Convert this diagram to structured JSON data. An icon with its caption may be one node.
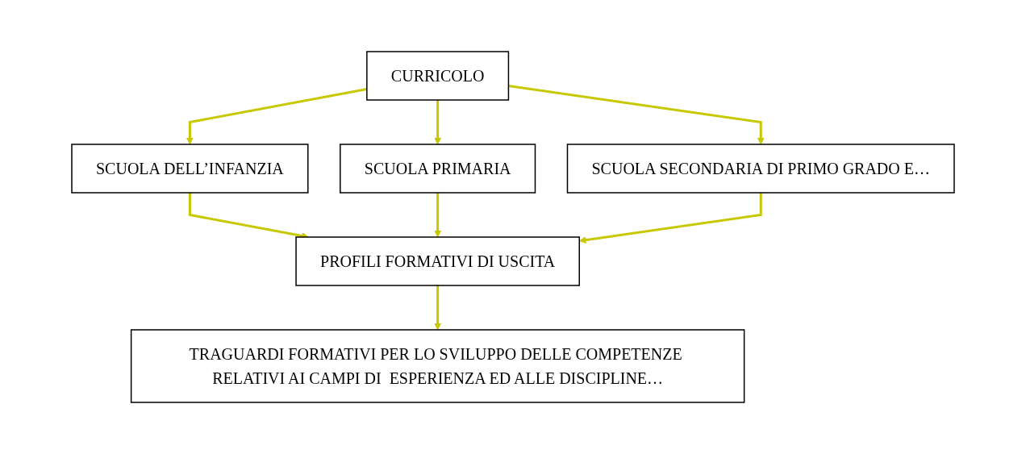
{
  "diagram": {
    "nodes": [
      {
        "text": [
          "CURRICOLO"
        ]
      },
      {
        "text": [
          "SCUOLA DELL’INFANZIA"
        ]
      },
      {
        "text": [
          "SCUOLA PRIMARIA"
        ]
      },
      {
        "text": [
          "SCUOLA SECONDARIA DI PRIMO GRADO E…"
        ]
      },
      {
        "text": [
          "PROFILI FORMATIVI DI USCITA"
        ]
      },
      {
        "text": [
          "TRAGUARDI FORMATIVI PER LO SVILUPPO DELLE COMPETENZE RELATIVI AI CAMPI DI  ESPERIENZA ED ALLE DISCIPLINE…"
        ]
      }
    ],
    "edges": [
      {
        "from": 0,
        "to": 1,
        "arrow": "to"
      },
      {
        "from": 0,
        "to": 2,
        "arrow": "to"
      },
      {
        "from": 0,
        "to": 3,
        "arrow": "to"
      },
      {
        "from": 1,
        "to": 4,
        "arrow": "to"
      },
      {
        "from": 2,
        "to": 4,
        "arrow": "to"
      },
      {
        "from": 3,
        "to": 4,
        "arrow": "to"
      },
      {
        "from": 4,
        "to": 5,
        "arrow": "to"
      }
    ]
  }
}
